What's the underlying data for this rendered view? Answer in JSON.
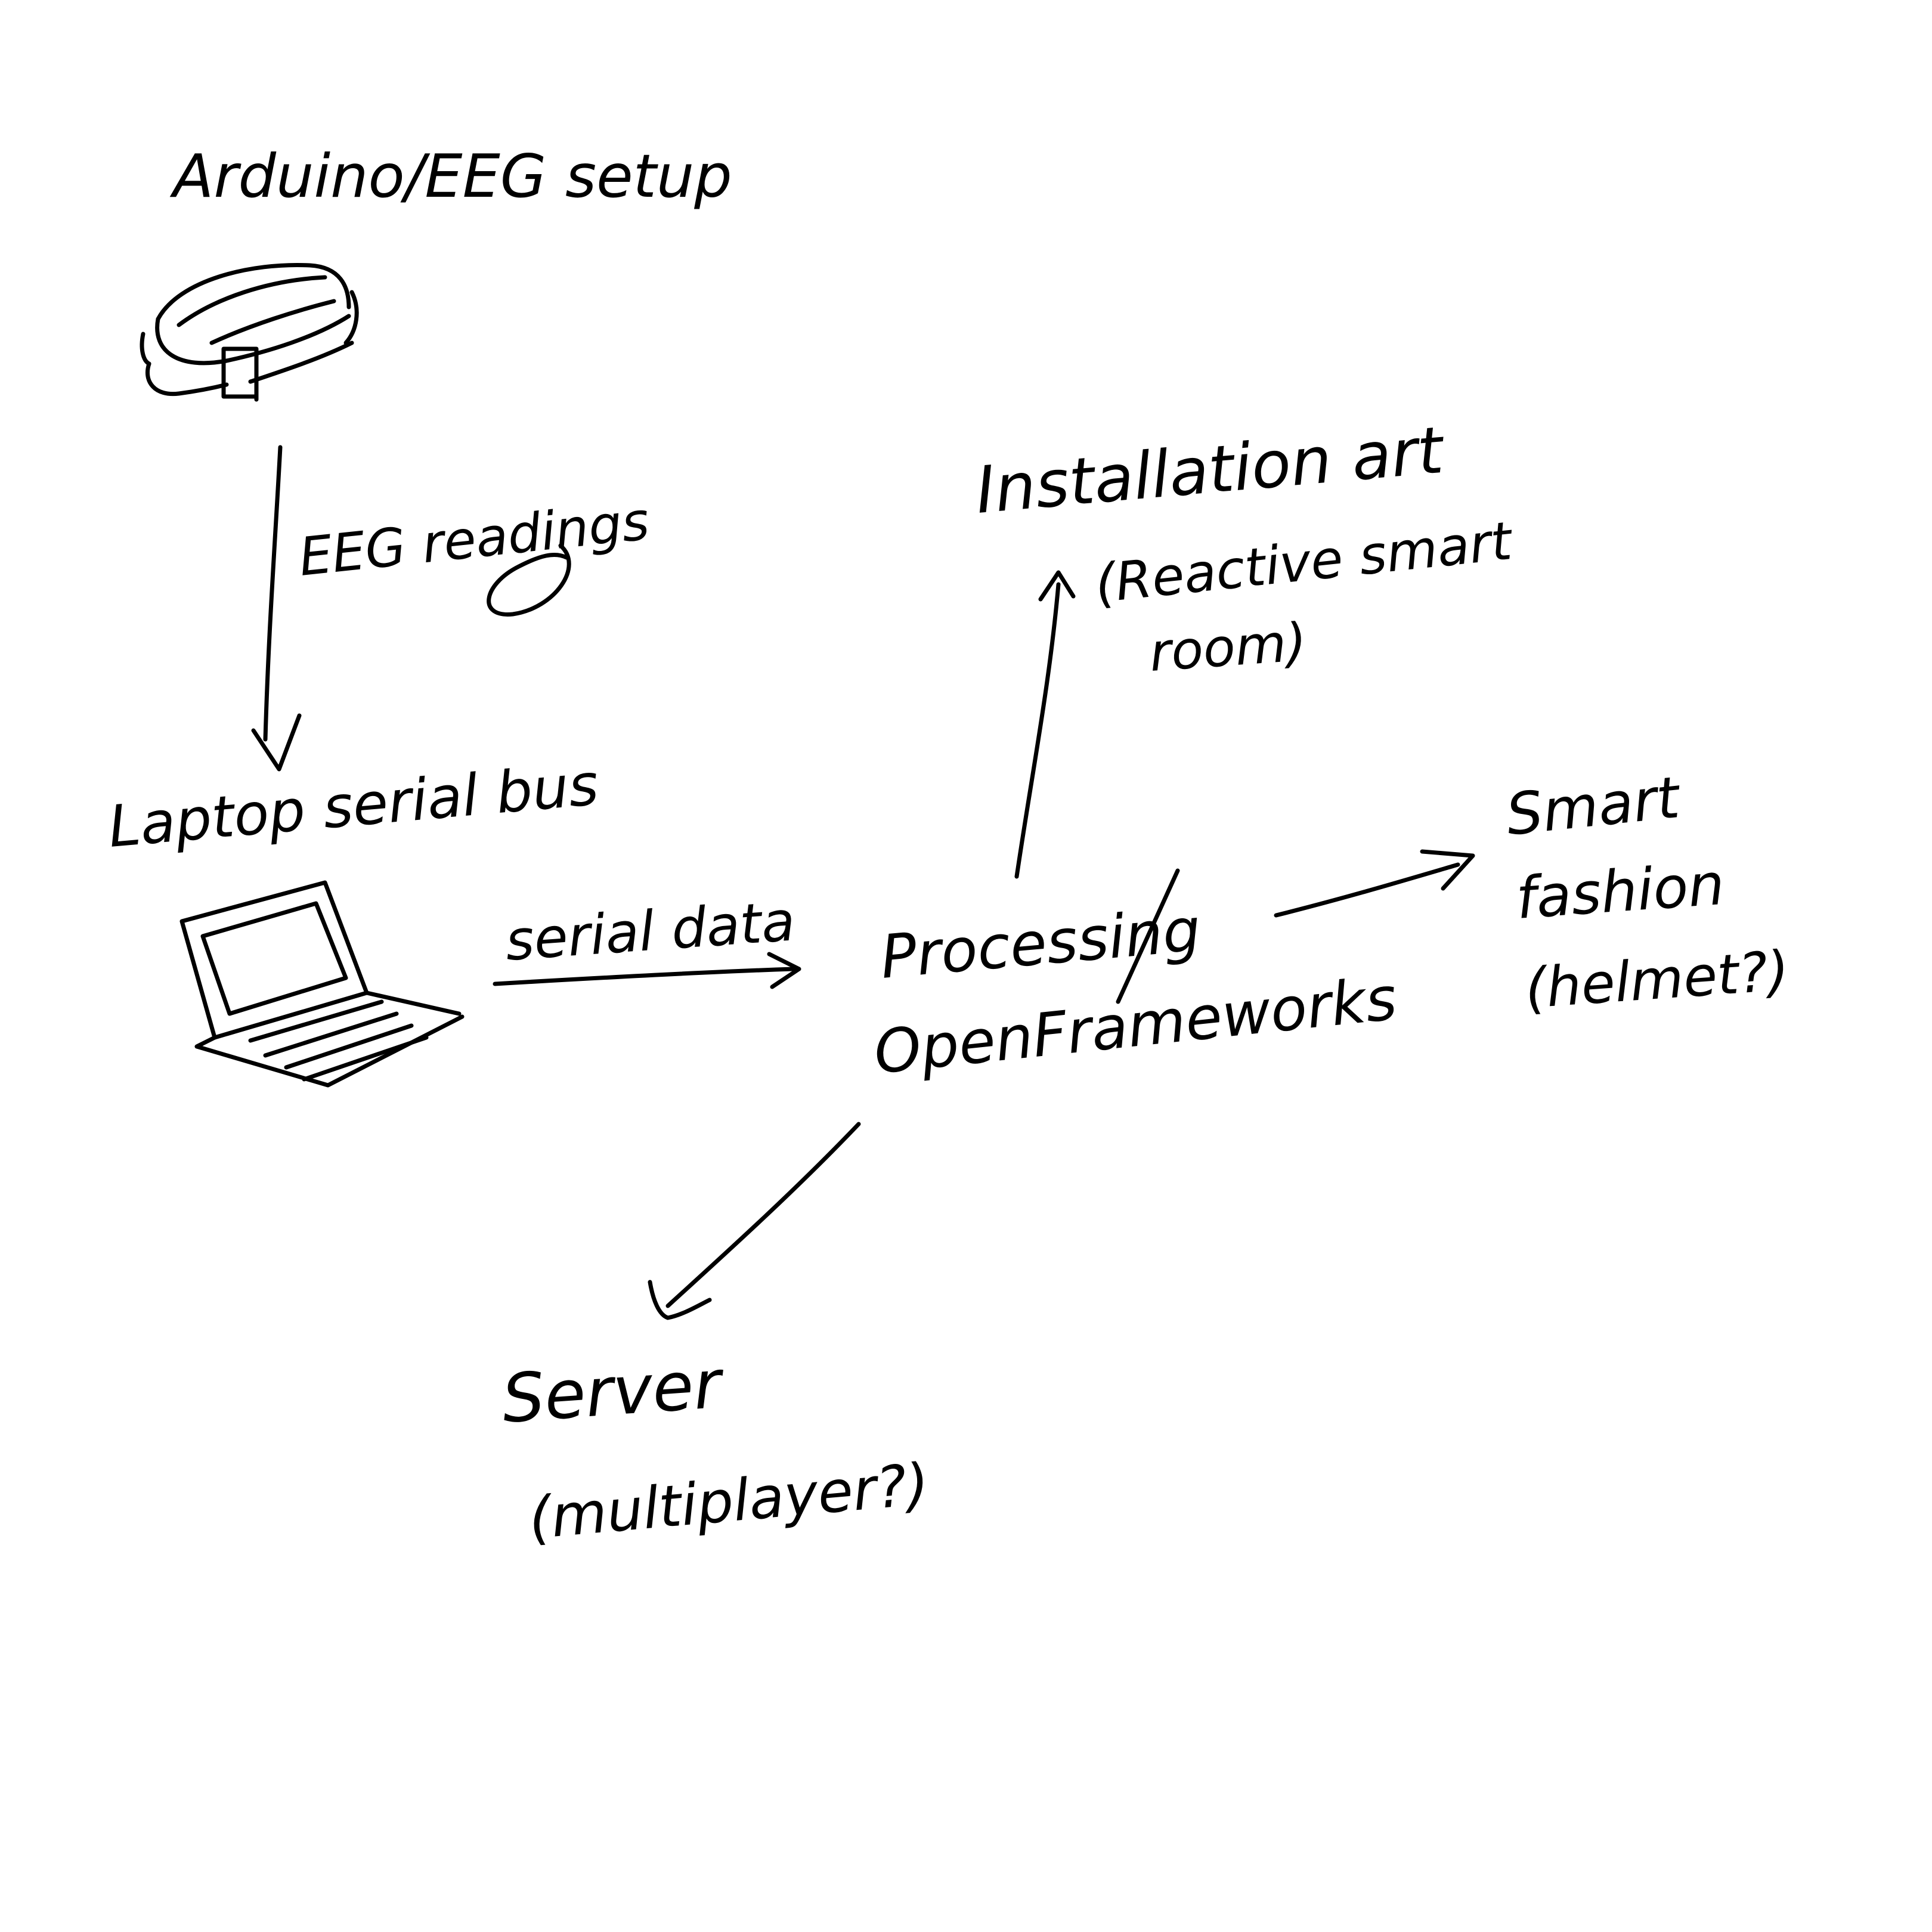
{
  "diagram": {
    "setup": {
      "label": "Arduino/EEG setup",
      "icon": "eeg-headband-icon"
    },
    "laptop": {
      "label": "Laptop serial bus",
      "icon": "laptop-icon"
    },
    "processing": {
      "line1": "Processing",
      "line2": "OpenFrameworks"
    },
    "edges": {
      "eeg_readings": "EEG readings",
      "serial_data": "serial data"
    },
    "installation": {
      "line1": "Installation art",
      "line2": "(Reactive smart",
      "line3": "room)"
    },
    "fashion": {
      "line1": "Smart",
      "line2": "fashion",
      "line3": "(helmet?)"
    },
    "server": {
      "line1": "Server",
      "line2": "(multiplayer?)"
    }
  },
  "colors": {
    "ink": "#000000",
    "paper": "#ffffff"
  }
}
